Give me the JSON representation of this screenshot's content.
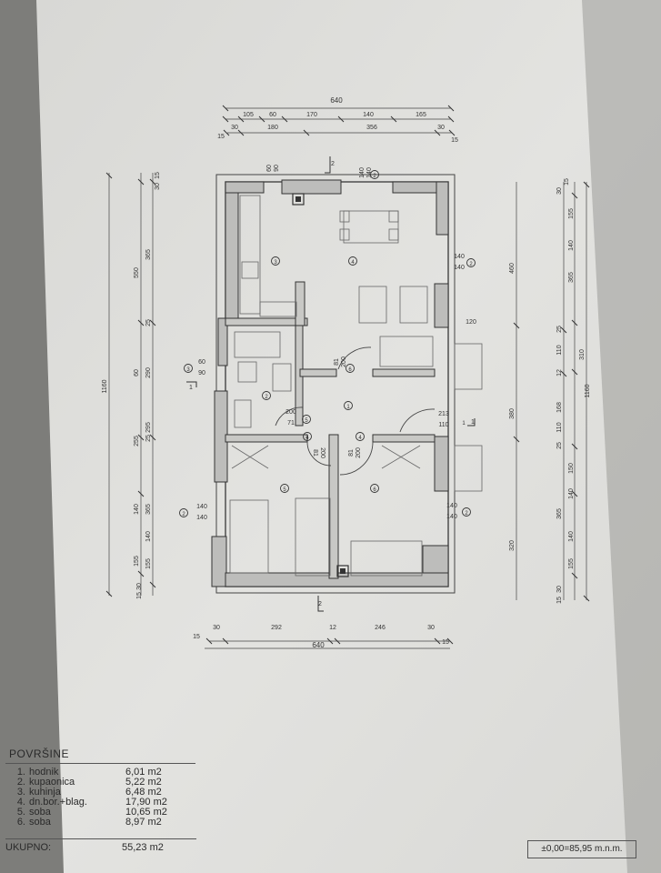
{
  "plan": {
    "top_total": "640",
    "top_dims": [
      "105",
      "60",
      "170",
      "140",
      "165"
    ],
    "top_dims_inner": [
      "15",
      "30",
      "180",
      "356",
      "30",
      "15"
    ],
    "bottom_dims": [
      "15",
      "30",
      "292",
      "12",
      "246",
      "30",
      "15"
    ],
    "bottom_total": "640",
    "left_total": "1160",
    "left_dims_outer": [
      "550",
      "60",
      "290",
      "255",
      "140",
      "155"
    ],
    "left_dims_inner": [
      "15",
      "30",
      "365",
      "25",
      "295",
      "25",
      "365",
      "140",
      "155",
      "30",
      "15"
    ],
    "right_total": "1160",
    "right_dims_mid": [
      "460",
      "380",
      "320"
    ],
    "right_dims_inner": [
      "30",
      "15",
      "155",
      "140",
      "365",
      "25",
      "110",
      "12",
      "168",
      "110",
      "25",
      "150",
      "140",
      "365",
      "140",
      "155",
      "30",
      "15"
    ],
    "right_310": "310",
    "rooms": [
      "1",
      "2",
      "3",
      "4",
      "5",
      "6"
    ],
    "windows": [
      {
        "top": "140",
        "bottom": "140",
        "tag": "2"
      },
      {
        "top": "140",
        "bottom": "140",
        "tag": "2"
      },
      {
        "top": "140",
        "bottom": "140",
        "tag": "2"
      },
      {
        "top": "140",
        "bottom": "140",
        "tag": "2"
      },
      {
        "top": "60",
        "bottom": "90",
        "tag": "3"
      },
      {
        "top": "60",
        "bottom": "90",
        "tag": ""
      },
      {
        "top": "140",
        "bottom": "140",
        "tag": ""
      }
    ],
    "doors": [
      {
        "top": "81",
        "bottom": "200",
        "tag": "6"
      },
      {
        "top": "200",
        "bottom": "71",
        "tag": "5"
      },
      {
        "top": "81",
        "bottom": "200",
        "tag": "4"
      },
      {
        "top": "81",
        "bottom": "200",
        "tag": "4"
      },
      {
        "top": "213",
        "bottom": "110",
        "tag": "1"
      }
    ],
    "opening_120": "120",
    "section_marks": [
      "1",
      "1",
      "2",
      "2"
    ]
  },
  "areas": {
    "title": "POVRŠINE",
    "rows": [
      {
        "num": "1.",
        "name": "hodnik",
        "value": "6,01 m2"
      },
      {
        "num": "2.",
        "name": "kupaonica",
        "value": "5,22 m2"
      },
      {
        "num": "3.",
        "name": "kuhinja",
        "value": "6,48 m2"
      },
      {
        "num": "4.",
        "name": "dn.bor.+blag.",
        "value": "17,90 m2"
      },
      {
        "num": "5.",
        "name": "soba",
        "value": "10,65 m2"
      },
      {
        "num": "6.",
        "name": "soba",
        "value": "8,97 m2"
      }
    ],
    "total_label": "UKUPNO:",
    "total_value": "55,23 m2"
  },
  "level": "±0,00=85,95 m.n.m."
}
